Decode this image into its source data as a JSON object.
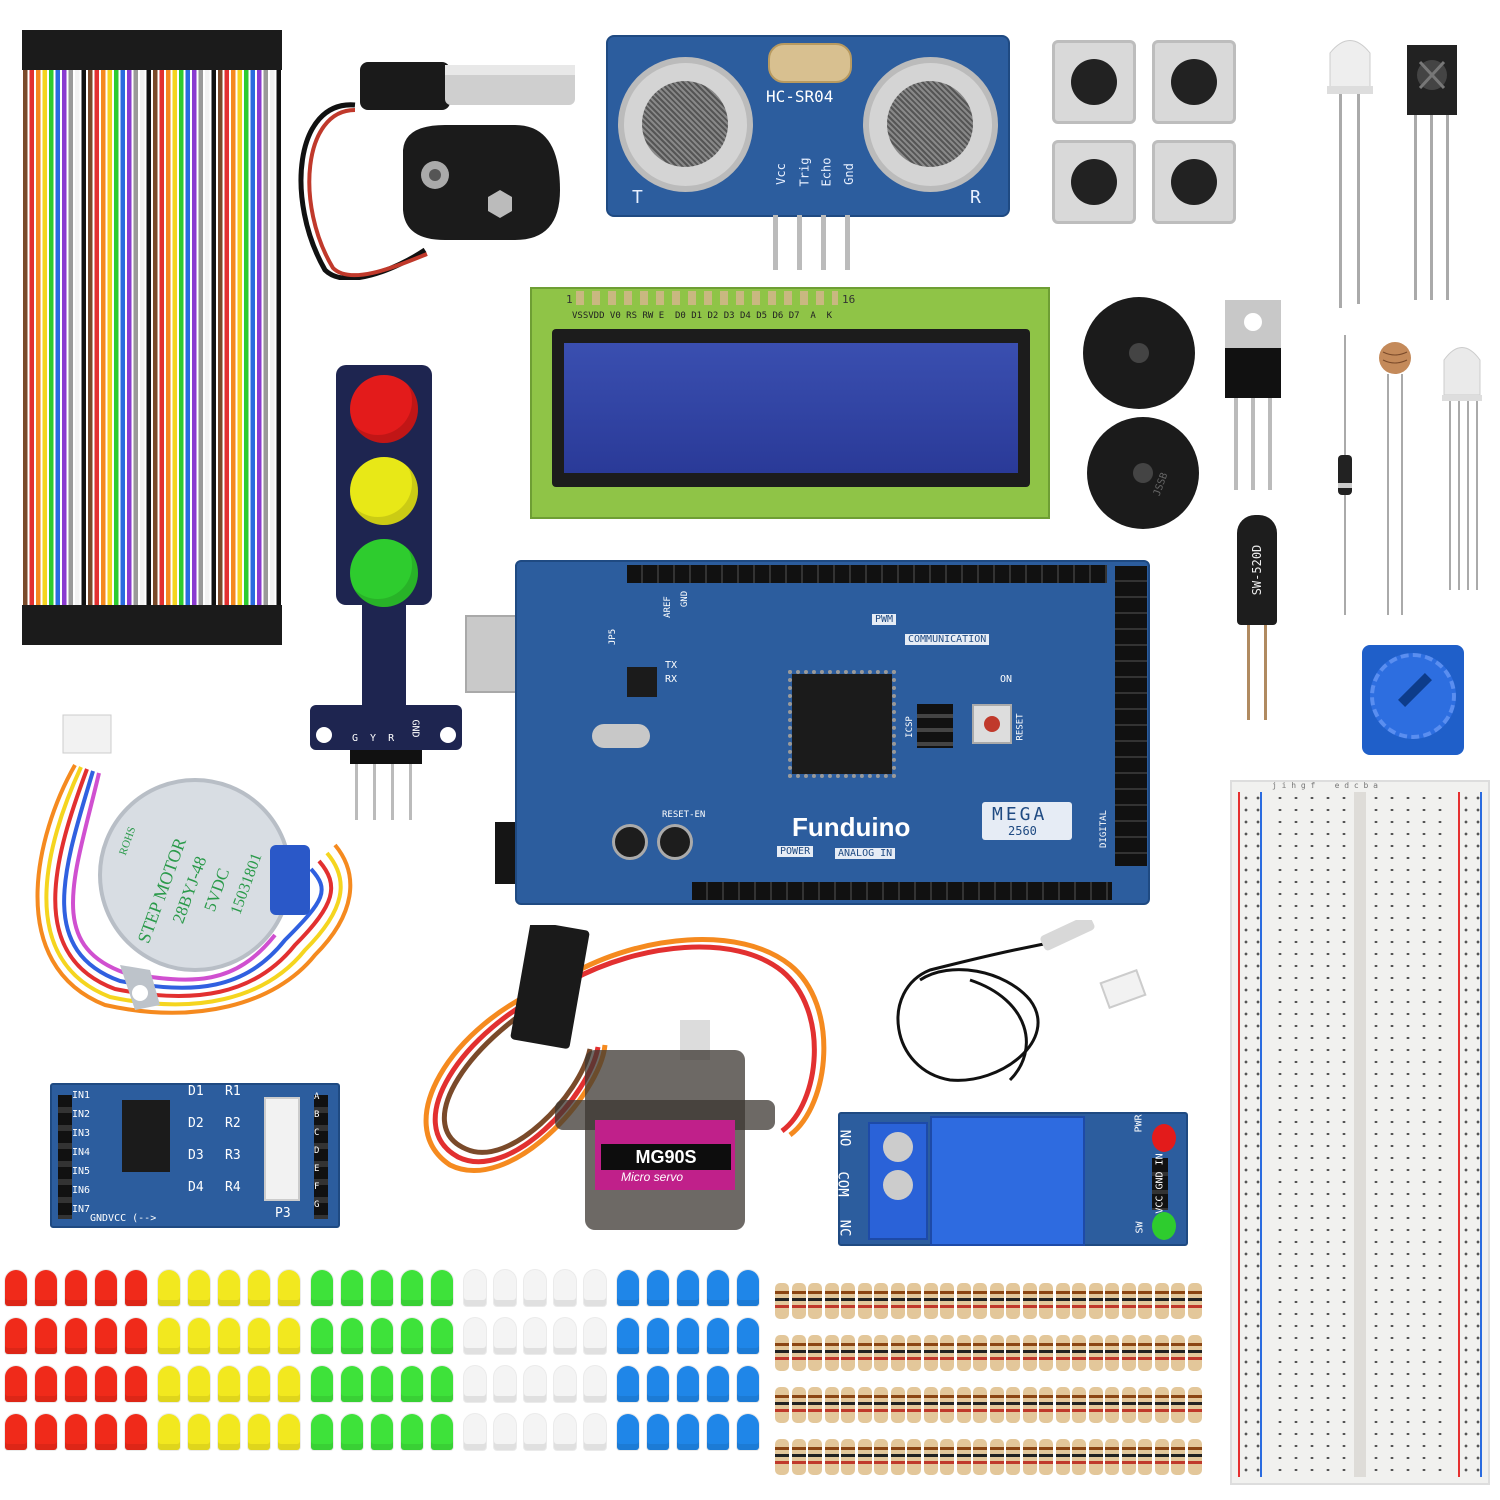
{
  "components": {
    "ultrasonic": {
      "model": "HC-SR04",
      "pins": [
        "Vcc",
        "Trig",
        "Echo",
        "Gnd"
      ],
      "left_label": "T",
      "right_label": "R"
    },
    "lcd": {
      "pin_start": "1",
      "pin_end": "16",
      "pin_labels": "VSSVDD V0 RS RW E  D0 D1 D2 D3 D4 D5 D6 D7  A  K"
    },
    "traffic_light": {
      "pins": "G  Y  R",
      "gnd": "GND",
      "colors": [
        "#e31b1b",
        "#e8e817",
        "#2ecc2e"
      ]
    },
    "mega": {
      "brand": "Funduino",
      "model": "MEGA",
      "model_sub": "2560",
      "labels": {
        "pwm": "PWM",
        "communication": "COMMUNICATION",
        "power": "POWER",
        "analog_in": "ANALOG IN",
        "on": "ON",
        "tx": "TX",
        "rx": "RX",
        "icsp": "ICSP",
        "reset": "RESET",
        "aref": "AREF",
        "gnd": "GND",
        "jp5": "JP5",
        "reset_en": "RESET-EN",
        "digital": "DIGITAL"
      }
    },
    "stepper_motor": {
      "line1": "STEP MOTOR",
      "line2": "28BYJ-48",
      "line3": "5VDC",
      "line4": "15031801",
      "badge": "ROHS"
    },
    "driver_board": {
      "inputs": [
        "IN1",
        "IN2",
        "IN3",
        "IN4",
        "IN5",
        "IN6",
        "IN7"
      ],
      "diodes": [
        "D1",
        "D2",
        "D3",
        "D4"
      ],
      "resistors": [
        "R1",
        "R2",
        "R3",
        "R4"
      ],
      "outputs": [
        "A",
        "B",
        "C",
        "D",
        "E",
        "F",
        "G"
      ],
      "footer": "GNDVCC (-->",
      "connector": "P3"
    },
    "servo": {
      "model": "MG90S",
      "sub": "Micro servo"
    },
    "relay": {
      "terminals": [
        "NO",
        "COM",
        "NC"
      ],
      "pins": "VCC GND IN",
      "pwr": "PWR",
      "sw": "SW"
    },
    "tilt_switch": {
      "label": "SW-520D"
    },
    "buzzer": {
      "label": "JSSB"
    },
    "breadboard": {
      "header": "j i h g f    e d c b a"
    }
  },
  "led_colors": [
    "#f02a1a",
    "#f2e81f",
    "#3ee23a",
    "#f4f4f4",
    "#1f86e8"
  ],
  "accent": {
    "pcb": "#2c5d9e",
    "lcd_green": "#8fc447",
    "lcd_blue": "#3346a8"
  }
}
